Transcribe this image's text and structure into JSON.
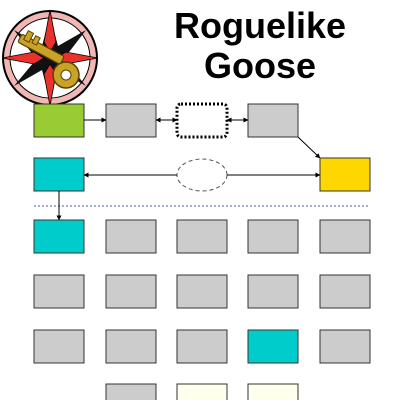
{
  "title": {
    "line1": "Roguelike",
    "line2": "Goose"
  },
  "logo": {
    "icon": "compass-key-icon",
    "colors": {
      "ring": "#f1b7b4",
      "star": "#111111",
      "point": "#e9322b",
      "key": "#c9a227"
    }
  },
  "colors": {
    "start": "#99cc33",
    "cyan": "#00cccc",
    "gold": "#ffd700",
    "normal": "#cccccc",
    "unexplored": "#ffffee",
    "divider": "#4a5abf"
  },
  "map": {
    "legend_note": "",
    "rooms": [
      {
        "id": "r-start",
        "kind": "start"
      },
      {
        "id": "r-a",
        "kind": "normal"
      },
      {
        "id": "r-hidden",
        "kind": "hidden"
      },
      {
        "id": "r-b",
        "kind": "normal"
      },
      {
        "id": "r-gold",
        "kind": "gold"
      },
      {
        "id": "r-cyan-1",
        "kind": "cyan"
      },
      {
        "id": "r-secret",
        "kind": "secret"
      },
      {
        "id": "r-cyan-2",
        "kind": "cyan"
      }
    ]
  }
}
